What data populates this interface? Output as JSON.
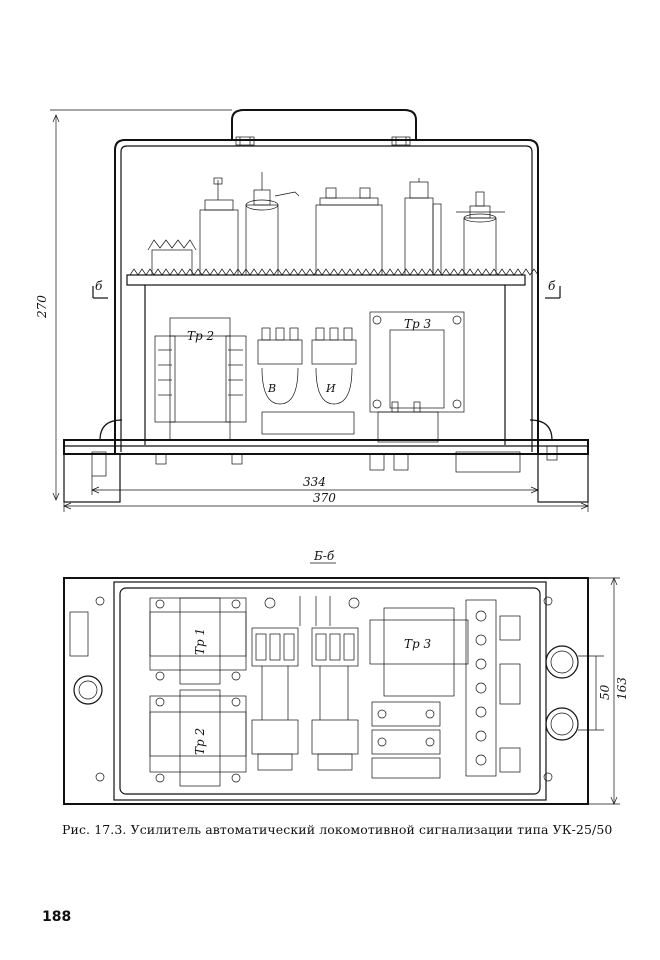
{
  "figure": {
    "top_view": {
      "dim_height": "270",
      "dim_inner_width": "334",
      "dim_outer_width": "370",
      "section_mark_left": "б",
      "section_mark_right": "б",
      "label_tr2": "Тр 2",
      "label_tr3": "Тр 3",
      "label_v": "В",
      "label_i": "И"
    },
    "section_title": "Б-б",
    "plan_view": {
      "label_tr1": "Тр 1",
      "label_tr2": "Тр 2",
      "label_tr3": "Тр 3",
      "dim_163": "163",
      "dim_50": "50"
    },
    "caption": "Рис. 17.3. Усилитель автоматический локомотивной сигнализации типа УК-25/50"
  },
  "page_number": "188"
}
